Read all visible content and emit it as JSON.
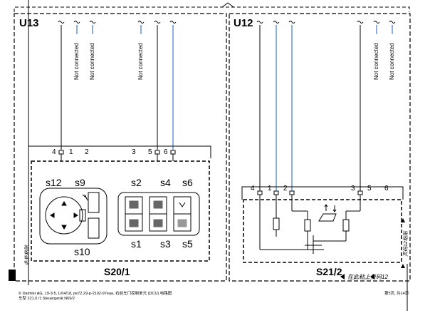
{
  "modules": {
    "u13": "U13",
    "u12": "U12"
  },
  "components": {
    "s20_1": "S20/1",
    "s21_2": "S21/2"
  },
  "not_connected": "Not connected",
  "s20_pins": [
    "4",
    "1",
    "2",
    "3",
    "5",
    "6"
  ],
  "s21_pins": [
    "4",
    "1",
    "2",
    "3",
    "5",
    "6"
  ],
  "s20_switches": [
    "s12",
    "s9",
    "s2",
    "s4",
    "s6",
    "s10",
    "s1",
    "s3",
    "s5"
  ],
  "continuation": "在此粘上页码12",
  "side_label_left": "此处粘贴",
  "side_label_right": "页码12粘贴",
  "footer": {
    "line1": "© Daimler AG,  19-3-5,  L/04/18, pe72.29-p-2102-97eaa, 右前车门控制单元 (DCU) 电路图",
    "line2": "车型 221.0 /1 Steuergerät N69/2",
    "page": "第5页, 共14页"
  }
}
